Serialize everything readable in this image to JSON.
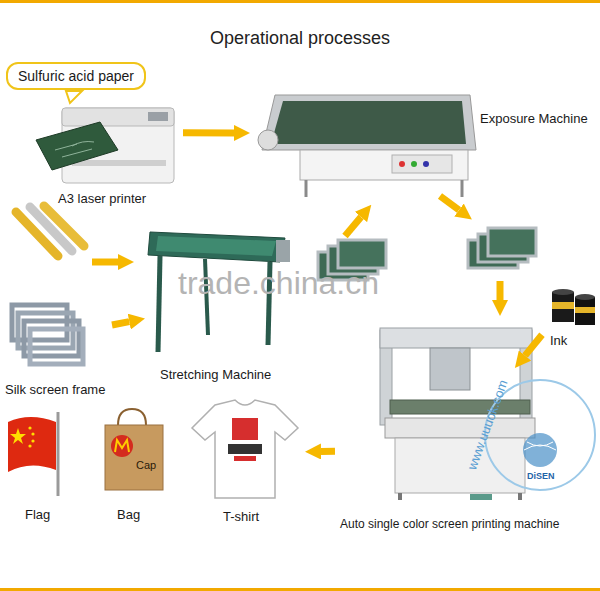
{
  "diagram": {
    "title": "Operational processes",
    "nodes": [
      {
        "text": [
          "Sulfuric acid paper"
        ]
      },
      {
        "text": [
          "A3 laser printer"
        ]
      },
      {
        "text": [
          "Exposure Machine"
        ]
      },
      {
        "text": [
          "Stretching Machine"
        ]
      },
      {
        "text": [
          "Silk screen frame"
        ]
      },
      {
        "text": [
          "Ink"
        ]
      },
      {
        "text": [
          "Auto single color screen printing machine"
        ]
      },
      {
        "text": [
          "Flag"
        ]
      },
      {
        "text": [
          "Bag"
        ]
      },
      {
        "text": [
          "T-shirt"
        ]
      }
    ],
    "edges": [
      {
        "from": 1,
        "to": 2,
        "arrow": "to"
      },
      {
        "from": 4,
        "to": 3,
        "arrow": "to"
      },
      {
        "from": 5,
        "to": 6,
        "arrow": "to"
      },
      {
        "from": 6,
        "to": 9,
        "arrow": "to"
      }
    ],
    "labels": [
      "Cap",
      "trade.china.cn",
      "www.uuuok.com",
      "DiSEN"
    ]
  }
}
